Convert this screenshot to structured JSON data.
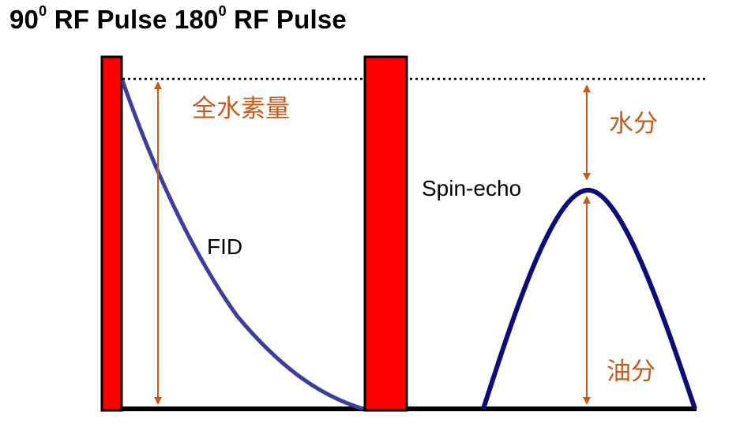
{
  "title": {
    "pulse90_number": "90",
    "pulse90_sup": "0",
    "pulse90_text": "RF Pulse",
    "pulse180_number": "180",
    "pulse180_sup": "0",
    "pulse180_text": "RF Pulse"
  },
  "labels": {
    "total_hydrogen": "全水素量",
    "fid": "FID",
    "spin_echo": "Spin-echo",
    "water": "水分",
    "oil": "油分"
  },
  "colors": {
    "pulse": "#ff0000",
    "fid_curve": "#3d3d9e",
    "echo_curve": "#0d0d7a",
    "arrows": "#c55a1c",
    "baseline": "#000000"
  }
}
